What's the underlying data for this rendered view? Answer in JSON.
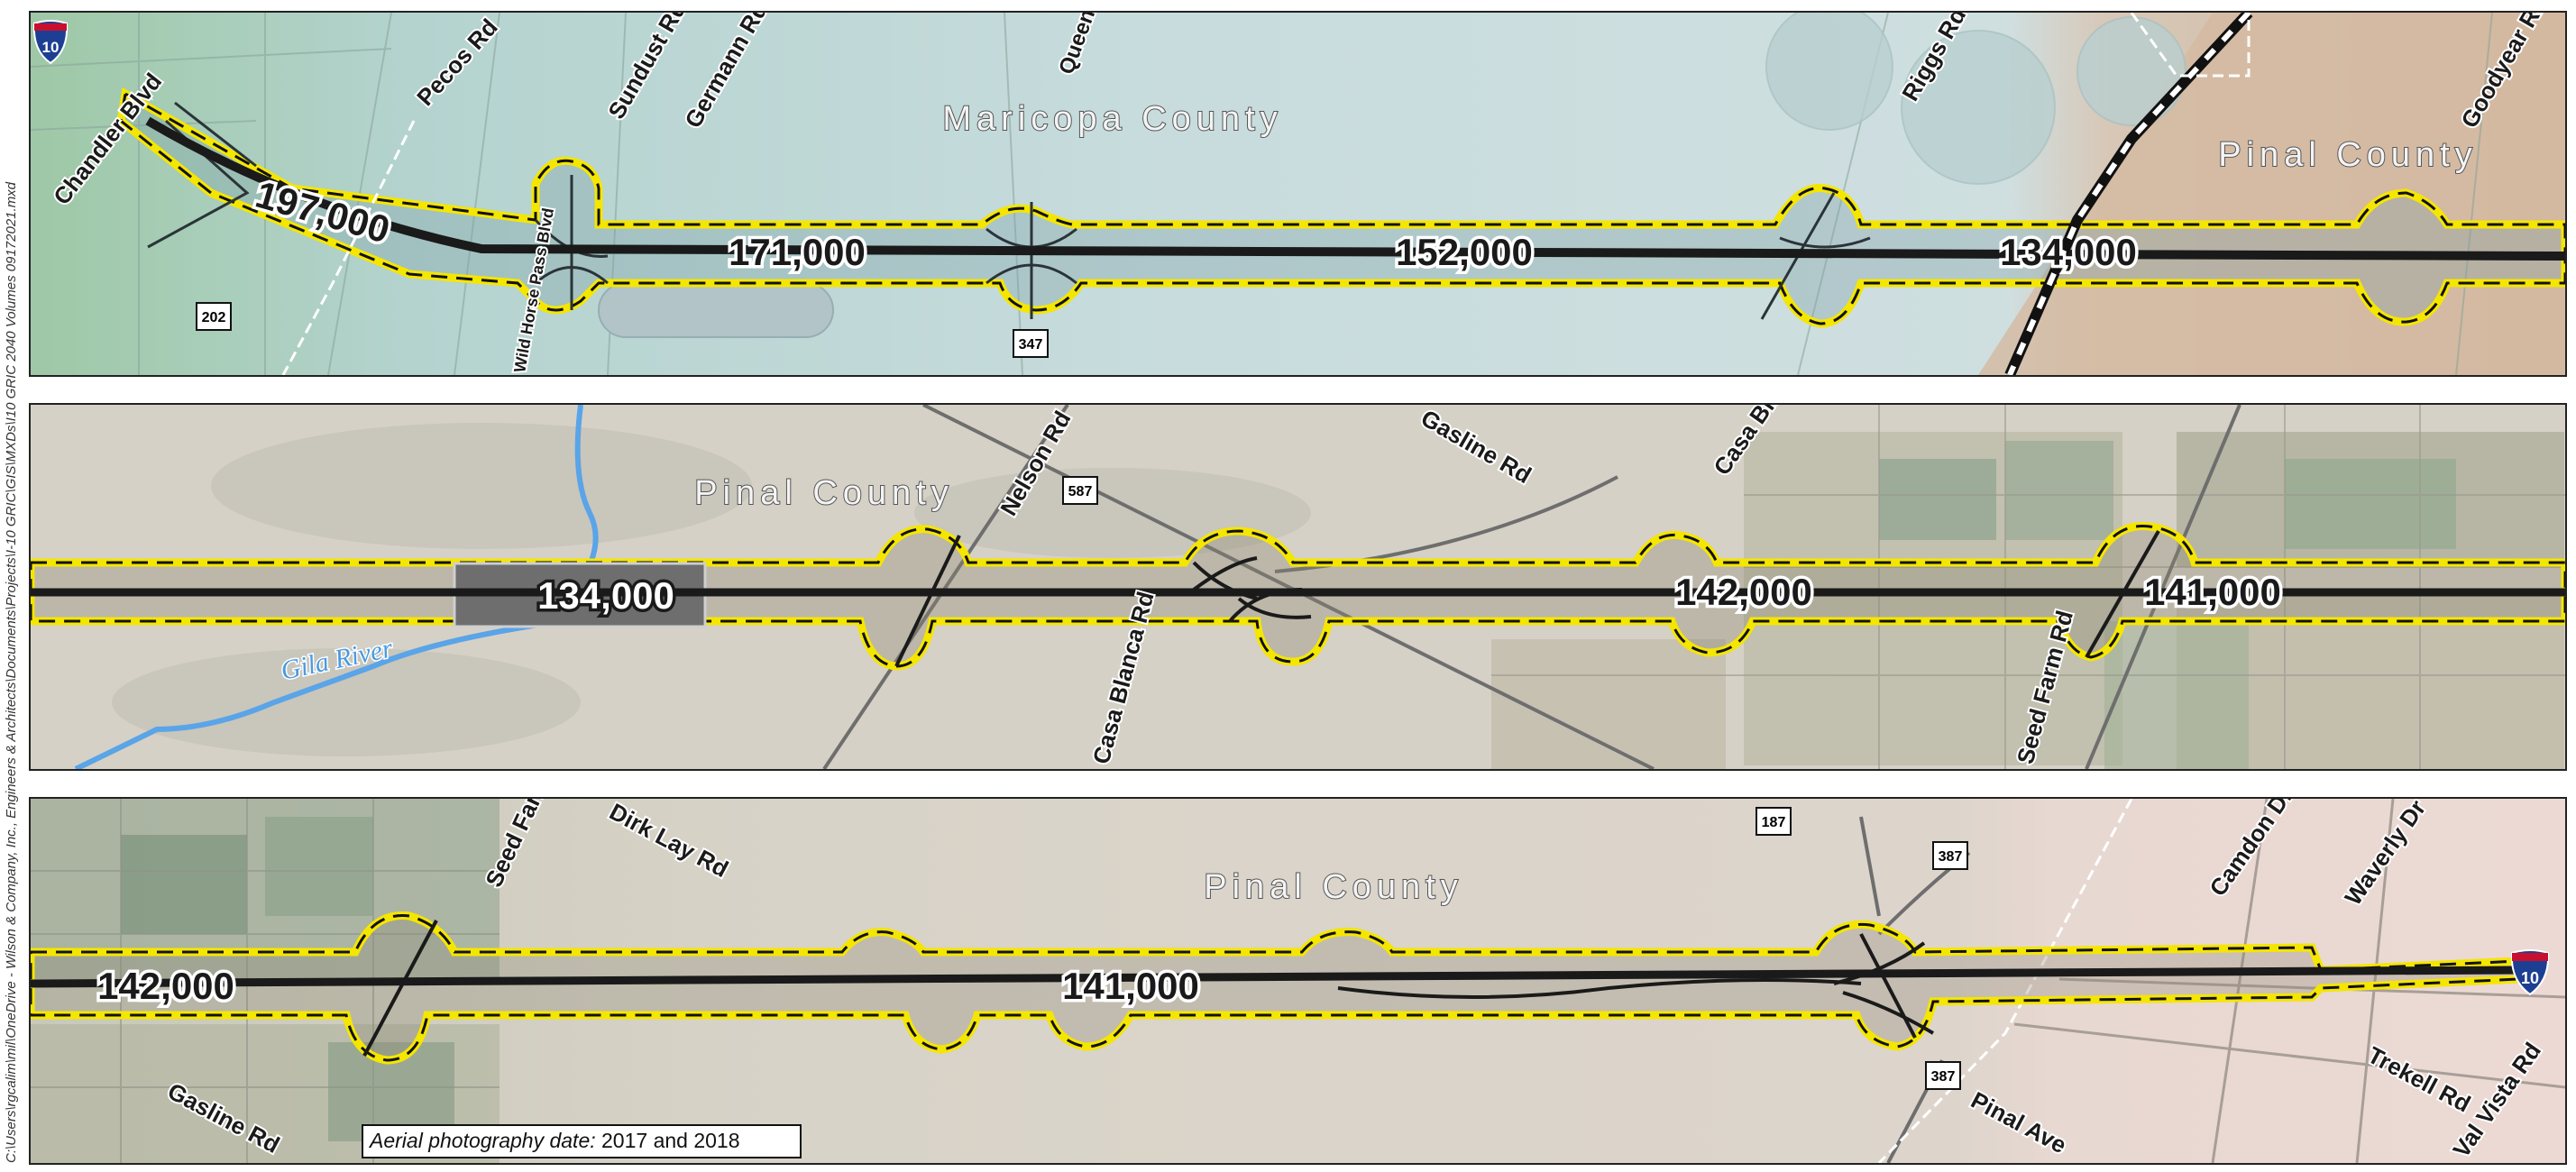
{
  "side_text": "C:\\Users\\rgcalim\\mil\\OneDrive - Wilson & Company, Inc., Engineers & Architects\\Documents\\Projects\\I-10 GRIC\\GIS\\MXDs\\I10 GRIC 2040 Volumes 09172021.mxd",
  "interstate": {
    "number": "10"
  },
  "colors": {
    "study_area": "#f5e600",
    "highway": "#1a1a1a",
    "county_line": "#111111"
  },
  "panel1": {
    "volumes": [
      "197,000",
      "171,000",
      "152,000",
      "134,000"
    ],
    "roads": [
      "Chandler Blvd",
      "Pecos Rd",
      "Sundust Rd",
      "Germann Rd",
      "Queen Creek Rd",
      "Riggs Rd",
      "Goodyear Rd",
      "Wild Horse Pass Blvd"
    ],
    "counties": [
      "Maricopa County",
      "Pinal County"
    ],
    "routes": [
      "202",
      "347"
    ]
  },
  "panel2": {
    "volumes": [
      "134,000",
      "142,000",
      "141,000"
    ],
    "roads": [
      "Nelson Rd",
      "Gasline Rd",
      "Casa Blanca Rd",
      "Casa Blanca Rd",
      "Seed Farm Rd"
    ],
    "counties": [
      "Pinal County"
    ],
    "routes": [
      "587"
    ],
    "river": "Gila River"
  },
  "panel3": {
    "volumes": [
      "142,000",
      "141,000"
    ],
    "roads": [
      "Seed Farm Rd",
      "Dirk Lay Rd",
      "Gasline Rd",
      "Camdon Dr",
      "Waverly Dr",
      "Trekell Rd",
      "Val Vista Rd",
      "Pinal Ave"
    ],
    "counties": [
      "Pinal County"
    ],
    "routes": [
      "187",
      "387",
      "387"
    ],
    "aerial_note_label": "Aerial photography date:",
    "aerial_note_value": " 2017 and 2018"
  }
}
